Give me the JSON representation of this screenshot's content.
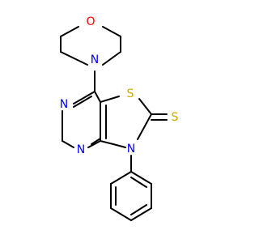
{
  "molecule": {
    "atoms": {
      "o_morph": "O",
      "n_morph": "N",
      "n_pyr1": "N",
      "n_pyr2": "N",
      "s_ring": "S",
      "s_thione": "S",
      "n_thiazole": "N"
    },
    "colors": {
      "O": "#ff0000",
      "N": "#0000ff",
      "S": "#ccaa00",
      "bond": "#000000"
    }
  }
}
